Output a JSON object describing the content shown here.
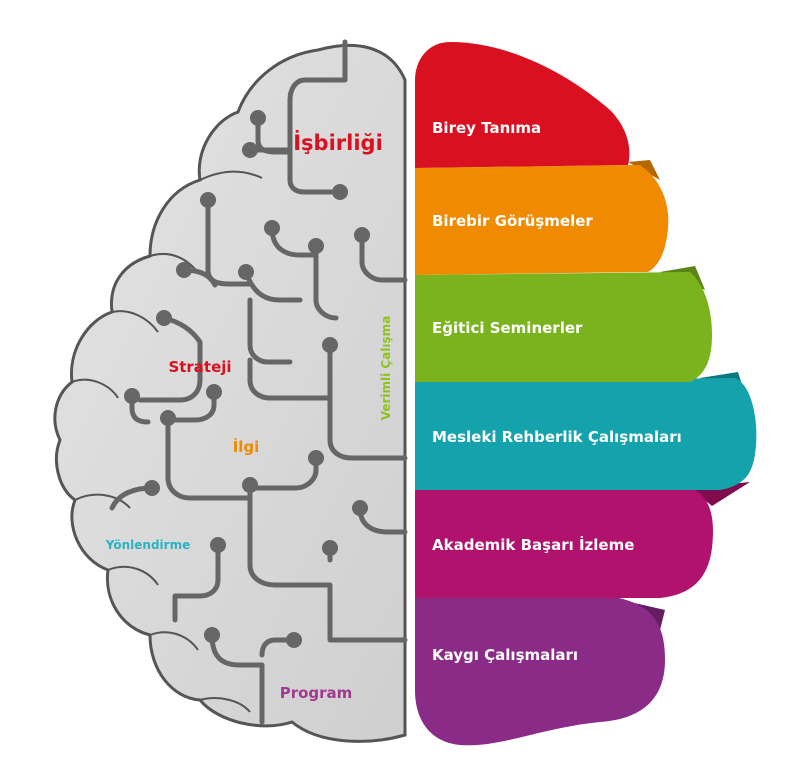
{
  "left_labels": [
    {
      "key": "isbirligi",
      "text": "İşbirliği",
      "color": "#d8101f"
    },
    {
      "key": "strateji",
      "text": "Strateji",
      "color": "#d8101f"
    },
    {
      "key": "ilgi",
      "text": "İlgi",
      "color": "#f08a00"
    },
    {
      "key": "yonlendirme",
      "text": "Yönlendirme",
      "color": "#2ab3c3"
    },
    {
      "key": "program",
      "text": "Program",
      "color": "#a03a8e"
    },
    {
      "key": "verimli",
      "text": "Verimli Çalışma",
      "color": "#8dc21f"
    }
  ],
  "bands": [
    {
      "label": "Birey Tanıma",
      "color": "#d8101f",
      "shade": "#a20c18"
    },
    {
      "label": "Birebir Görüşmeler",
      "color": "#f08a00",
      "shade": "#b46600"
    },
    {
      "label": "Eğitici Seminerler",
      "color": "#7bb31f",
      "shade": "#5a8416"
    },
    {
      "label": "Mesleki Rehberlik Çalışmaları",
      "color": "#14a3ad",
      "shade": "#0c7780"
    },
    {
      "label": "Akademik Başarı İzleme",
      "color": "#b0126e",
      "shade": "#800c50"
    },
    {
      "label": "Kaygı Çalışmaları",
      "color": "#8a2b88",
      "shade": "#621e60"
    }
  ],
  "colors": {
    "brain_fill": "#d9d9d9",
    "brain_stroke": "#555555",
    "circuit": "#666666"
  }
}
